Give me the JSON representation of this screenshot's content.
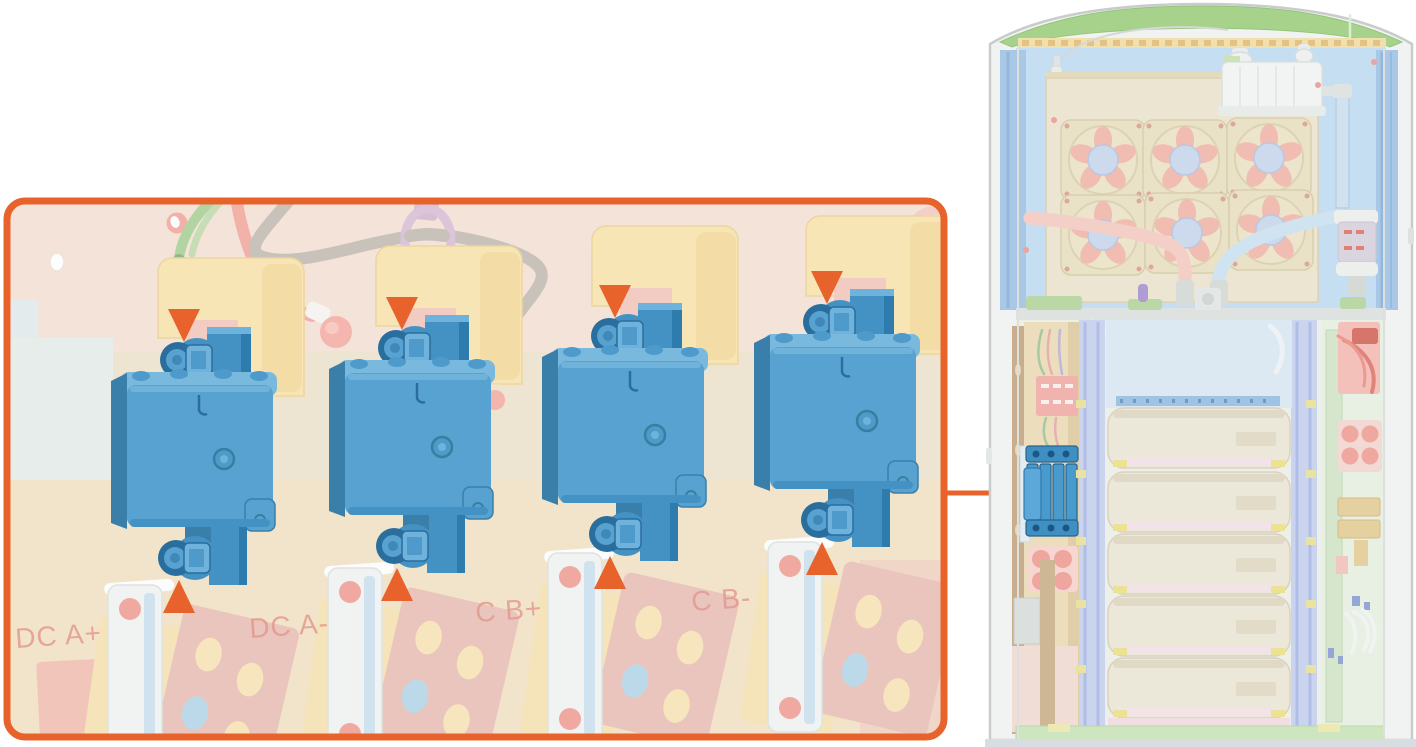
{
  "colors": {
    "accent_orange": "#E8632C",
    "fuse_blue": "#57A2D1",
    "fuse_blue_dark": "#2A6E9E",
    "fuse_highlight_blue": "#4A9BCD",
    "busbar_label_pink": "#E2978C",
    "cabinet_green": "#A7D28C"
  },
  "detail_view": {
    "busbar_labels": [
      {
        "text": "DC A+"
      },
      {
        "text": "DC A-"
      },
      {
        "text": "C B+"
      },
      {
        "text": "C B-"
      }
    ],
    "fuse_count": 4,
    "arrows_per_fuse": 2
  },
  "cabinet_view": {
    "fan_count": 6,
    "power_module_count": 5
  }
}
